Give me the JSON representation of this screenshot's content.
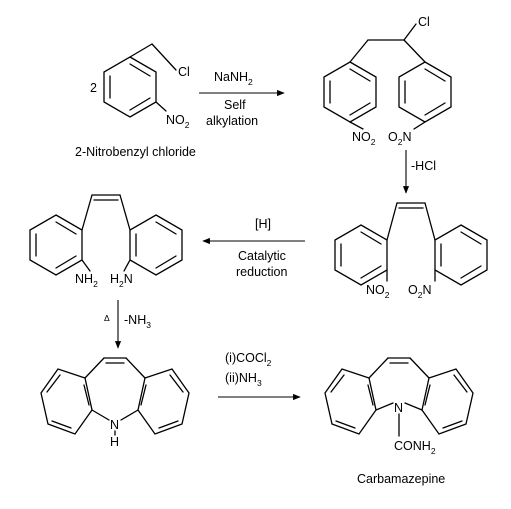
{
  "step1": {
    "coefficient": "2",
    "reactant_name": "2-Nitrobenzyl chloride",
    "reactant_cl": "Cl",
    "reactant_no2": {
      "main": "NO",
      "sub": "2"
    },
    "reagent": {
      "main": "NaNH",
      "sub": "2"
    },
    "condition_line1": "Self",
    "condition_line2": "alkylation"
  },
  "intermediate1": {
    "cl": "Cl",
    "no2_left": {
      "main": "NO",
      "sub": "2"
    },
    "no2_right": {
      "pre": "O",
      "sub": "2",
      "post": "N"
    }
  },
  "step2": {
    "reagent": "-HCl"
  },
  "intermediate2": {
    "no2_left": {
      "main": "NO",
      "sub": "2"
    },
    "no2_right": {
      "pre": "O",
      "sub": "2",
      "post": "N"
    }
  },
  "step3": {
    "reagent": "[H]",
    "condition_line1": "Catalytic",
    "condition_line2": "reduction"
  },
  "intermediate3": {
    "nh2_left": {
      "main": "NH",
      "sub": "2"
    },
    "nh2_right": {
      "pre": "H",
      "sub": "2",
      "post": "N"
    }
  },
  "step4": {
    "delta": "Δ",
    "reagent": {
      "main": "-NH",
      "sub": "3"
    }
  },
  "iminostilbene": {
    "n": "N",
    "h": "H"
  },
  "step5": {
    "reagent1": {
      "main": "(i)COCl",
      "sub": "2"
    },
    "reagent2": {
      "main": "(ii)NH",
      "sub": "3"
    }
  },
  "product": {
    "n": "N",
    "conh2": {
      "main": "CONH",
      "sub": "2"
    },
    "name": "Carbamazepine"
  }
}
